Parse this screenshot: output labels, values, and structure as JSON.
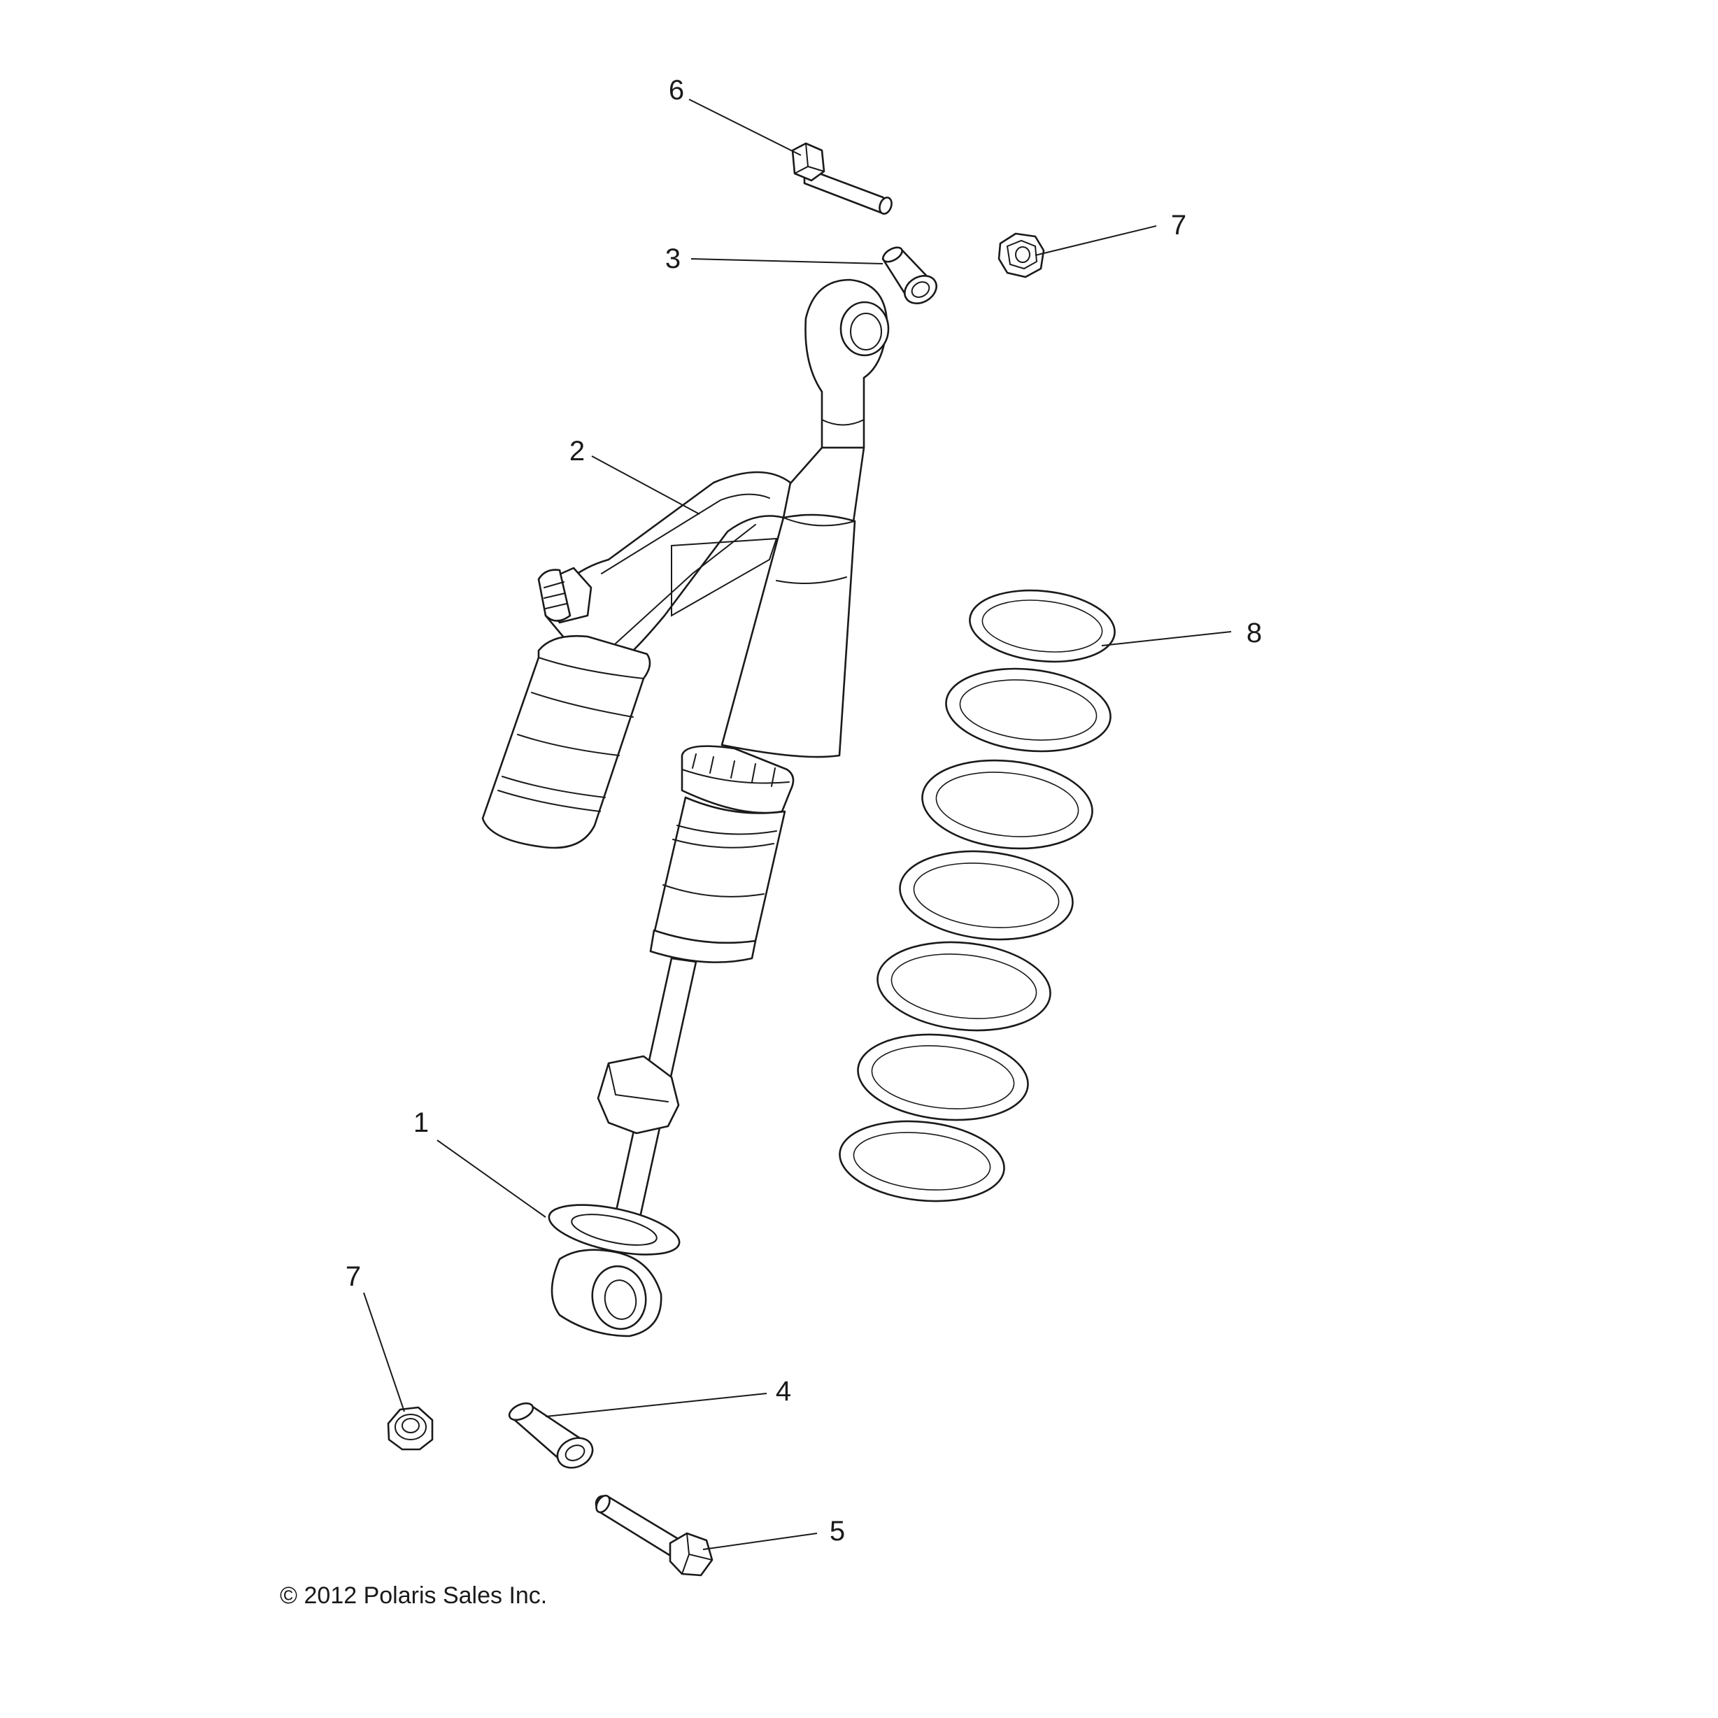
{
  "diagram": {
    "callouts": [
      {
        "id": "c6",
        "label": "6"
      },
      {
        "id": "c7a",
        "label": "7"
      },
      {
        "id": "c3",
        "label": "3"
      },
      {
        "id": "c2",
        "label": "2"
      },
      {
        "id": "c8",
        "label": "8"
      },
      {
        "id": "c1",
        "label": "1"
      },
      {
        "id": "c7b",
        "label": "7"
      },
      {
        "id": "c4",
        "label": "4"
      },
      {
        "id": "c5",
        "label": "5"
      }
    ],
    "copyright": "© 2012 Polaris Sales Inc."
  },
  "colors": {
    "line": "#1a1a1a",
    "background": "#ffffff"
  }
}
